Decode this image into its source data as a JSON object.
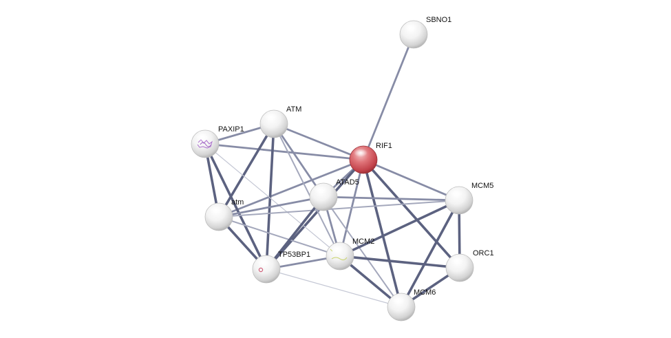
{
  "network": {
    "query_color": "#c9484f",
    "node_color": "#e4e4e4",
    "nodes": [
      {
        "id": "SBNO1",
        "label": "SBNO1",
        "query": false
      },
      {
        "id": "RIF1",
        "label": "RIF1",
        "query": true
      },
      {
        "id": "ATM",
        "label": "ATM",
        "query": false
      },
      {
        "id": "PAXIP1",
        "label": "PAXIP1",
        "query": false,
        "structure": "purple"
      },
      {
        "id": "ATAD5",
        "label": "ATAD5",
        "query": false
      },
      {
        "id": "atm",
        "label": "atm",
        "query": false
      },
      {
        "id": "MCM5",
        "label": "MCM5",
        "query": false
      },
      {
        "id": "MCM2",
        "label": "MCM2",
        "query": false,
        "structure": "yellow"
      },
      {
        "id": "TP53BP1",
        "label": "TP53BP1",
        "query": false,
        "structure": "pink"
      },
      {
        "id": "ORC1",
        "label": "ORC1",
        "query": false
      },
      {
        "id": "MCM6",
        "label": "MCM6",
        "query": false
      }
    ],
    "edges": [
      {
        "from": "SBNO1",
        "to": "RIF1",
        "weight": 2
      },
      {
        "from": "RIF1",
        "to": "ATM",
        "weight": 2
      },
      {
        "from": "RIF1",
        "to": "PAXIP1",
        "weight": 2
      },
      {
        "from": "RIF1",
        "to": "ATAD5",
        "weight": 2
      },
      {
        "from": "RIF1",
        "to": "atm",
        "weight": 2
      },
      {
        "from": "RIF1",
        "to": "MCM5",
        "weight": 2
      },
      {
        "from": "RIF1",
        "to": "MCM2",
        "weight": 2
      },
      {
        "from": "RIF1",
        "to": "TP53BP1",
        "weight": 3
      },
      {
        "from": "RIF1",
        "to": "ORC1",
        "weight": 3
      },
      {
        "from": "RIF1",
        "to": "MCM6",
        "weight": 3
      },
      {
        "from": "ATM",
        "to": "PAXIP1",
        "weight": 2
      },
      {
        "from": "ATM",
        "to": "atm",
        "weight": 3
      },
      {
        "from": "ATM",
        "to": "TP53BP1",
        "weight": 3
      },
      {
        "from": "ATM",
        "to": "ATAD5",
        "weight": 2
      },
      {
        "from": "ATM",
        "to": "MCM2",
        "weight": 1
      },
      {
        "from": "PAXIP1",
        "to": "atm",
        "weight": 3
      },
      {
        "from": "PAXIP1",
        "to": "TP53BP1",
        "weight": 3
      },
      {
        "from": "PAXIP1",
        "to": "MCM2",
        "weight": 0
      },
      {
        "from": "atm",
        "to": "ATAD5",
        "weight": 2
      },
      {
        "from": "atm",
        "to": "MCM5",
        "weight": 1
      },
      {
        "from": "atm",
        "to": "TP53BP1",
        "weight": 3
      },
      {
        "from": "atm",
        "to": "MCM2",
        "weight": 1
      },
      {
        "from": "ATAD5",
        "to": "MCM5",
        "weight": 2
      },
      {
        "from": "ATAD5",
        "to": "TP53BP1",
        "weight": 3
      },
      {
        "from": "ATAD5",
        "to": "MCM2",
        "weight": 2
      },
      {
        "from": "ATAD5",
        "to": "MCM6",
        "weight": 1
      },
      {
        "from": "MCM5",
        "to": "MCM2",
        "weight": 3
      },
      {
        "from": "MCM5",
        "to": "ORC1",
        "weight": 3
      },
      {
        "from": "MCM5",
        "to": "MCM6",
        "weight": 3
      },
      {
        "from": "MCM2",
        "to": "ORC1",
        "weight": 3
      },
      {
        "from": "MCM2",
        "to": "MCM6",
        "weight": 3
      },
      {
        "from": "MCM2",
        "to": "TP53BP1",
        "weight": 2
      },
      {
        "from": "ORC1",
        "to": "MCM6",
        "weight": 3
      },
      {
        "from": "TP53BP1",
        "to": "MCM6",
        "weight": 0
      }
    ]
  }
}
